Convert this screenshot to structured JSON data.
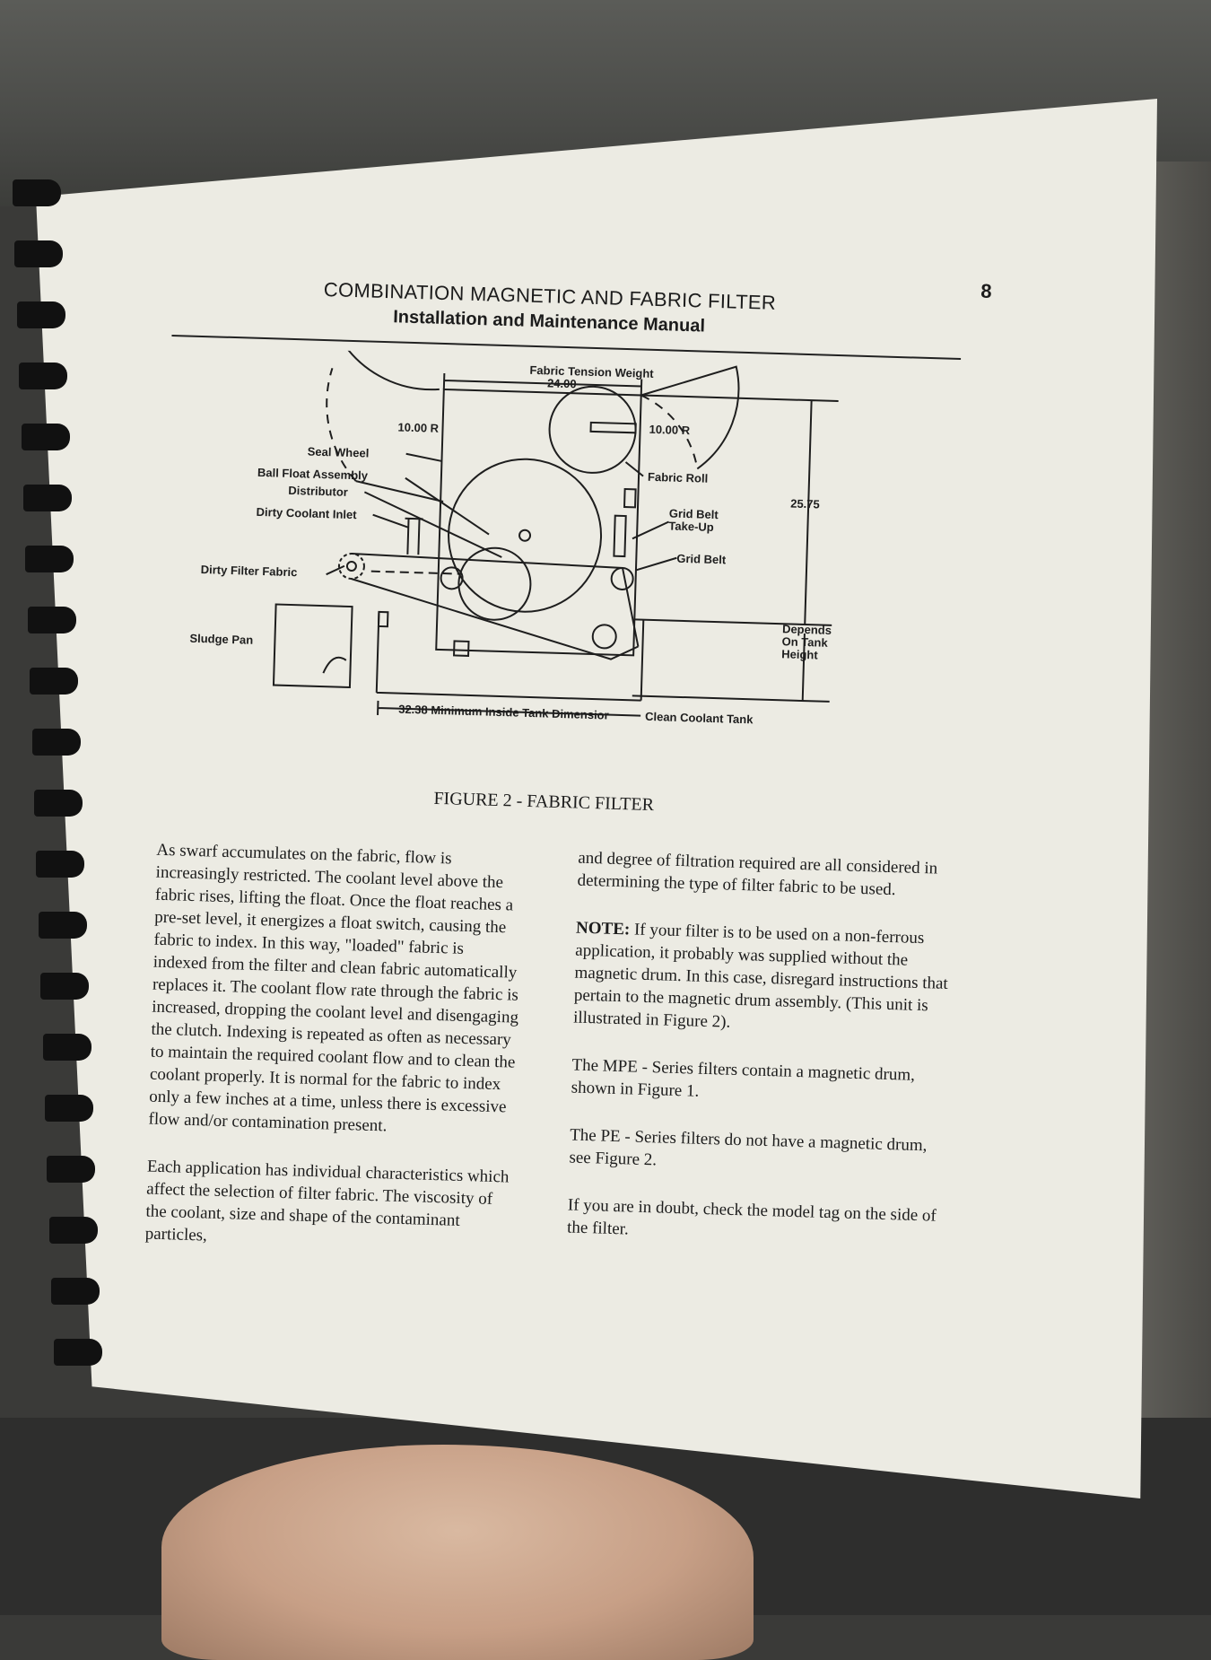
{
  "header": {
    "page_number": "8",
    "title": "COMBINATION MAGNETIC AND FABRIC FILTER",
    "subtitle": "Installation and Maintenance Manual"
  },
  "figure": {
    "labels": {
      "fabric_tension_weight": "Fabric Tension Weight",
      "dim_24": "24.00",
      "radius_left": "10.00 R",
      "radius_right": "10.00 R",
      "seal_wheel": "Seal Wheel",
      "ball_float_assembly": "Ball Float Assembly",
      "distributor": "Distributor",
      "dirty_coolant_inlet": "Dirty Coolant Inlet",
      "dirty_filter_fabric": "Dirty Filter Fabric",
      "sludge_pan": "Sludge Pan",
      "fabric_roll": "Fabric Roll",
      "grid_belt_take_up_1": "Grid Belt",
      "grid_belt_take_up_2": "Take-Up",
      "grid_belt": "Grid Belt",
      "dim_2575": "25.75",
      "depends_1": "Depends",
      "depends_2": "On Tank",
      "depends_3": "Height",
      "min_inside": "32.38 Minimum Inside Tank Dimensior",
      "clean_coolant_tank": "Clean Coolant Tank"
    },
    "caption": "FIGURE 2 - FABRIC FILTER"
  },
  "body": {
    "col1": {
      "p1": "As swarf accumulates on the fabric, flow is increasingly restricted. The coolant level above the fabric rises, lifting the float. Once the float reaches a pre-set level, it energizes a float switch, causing the fabric to index. In this way, \"loaded\" fabric is indexed from the filter and clean fabric automatically replaces it. The coolant flow rate through the fabric is increased, dropping the coolant level and disengaging the clutch. Indexing is repeated as often as necessary to maintain the required coolant flow and to clean the coolant properly. It is normal for the fabric to index only a few inches at a time, unless there is excessive flow and/or contamination present.",
      "p2": "Each application has individual characteristics which affect the selection of filter fabric. The viscosity of the coolant, size and shape of the contaminant particles,"
    },
    "col2": {
      "p1": "and degree of filtration required are all considered in determining the type of filter fabric to be used.",
      "note_label": "NOTE:",
      "note_text": " If your filter is to be used on a non-ferrous application, it probably was supplied without the magnetic drum. In this case, disregard instructions that pertain to the magnetic drum assembly. (This unit is illustrated in Figure 2).",
      "p3": "The MPE - Series filters contain a magnetic drum, shown in Figure 1.",
      "p4": "The PE - Series filters do not have a magnetic drum, see Figure 2.",
      "p5": "If you are in doubt, check the model tag on the side of the filter."
    }
  }
}
